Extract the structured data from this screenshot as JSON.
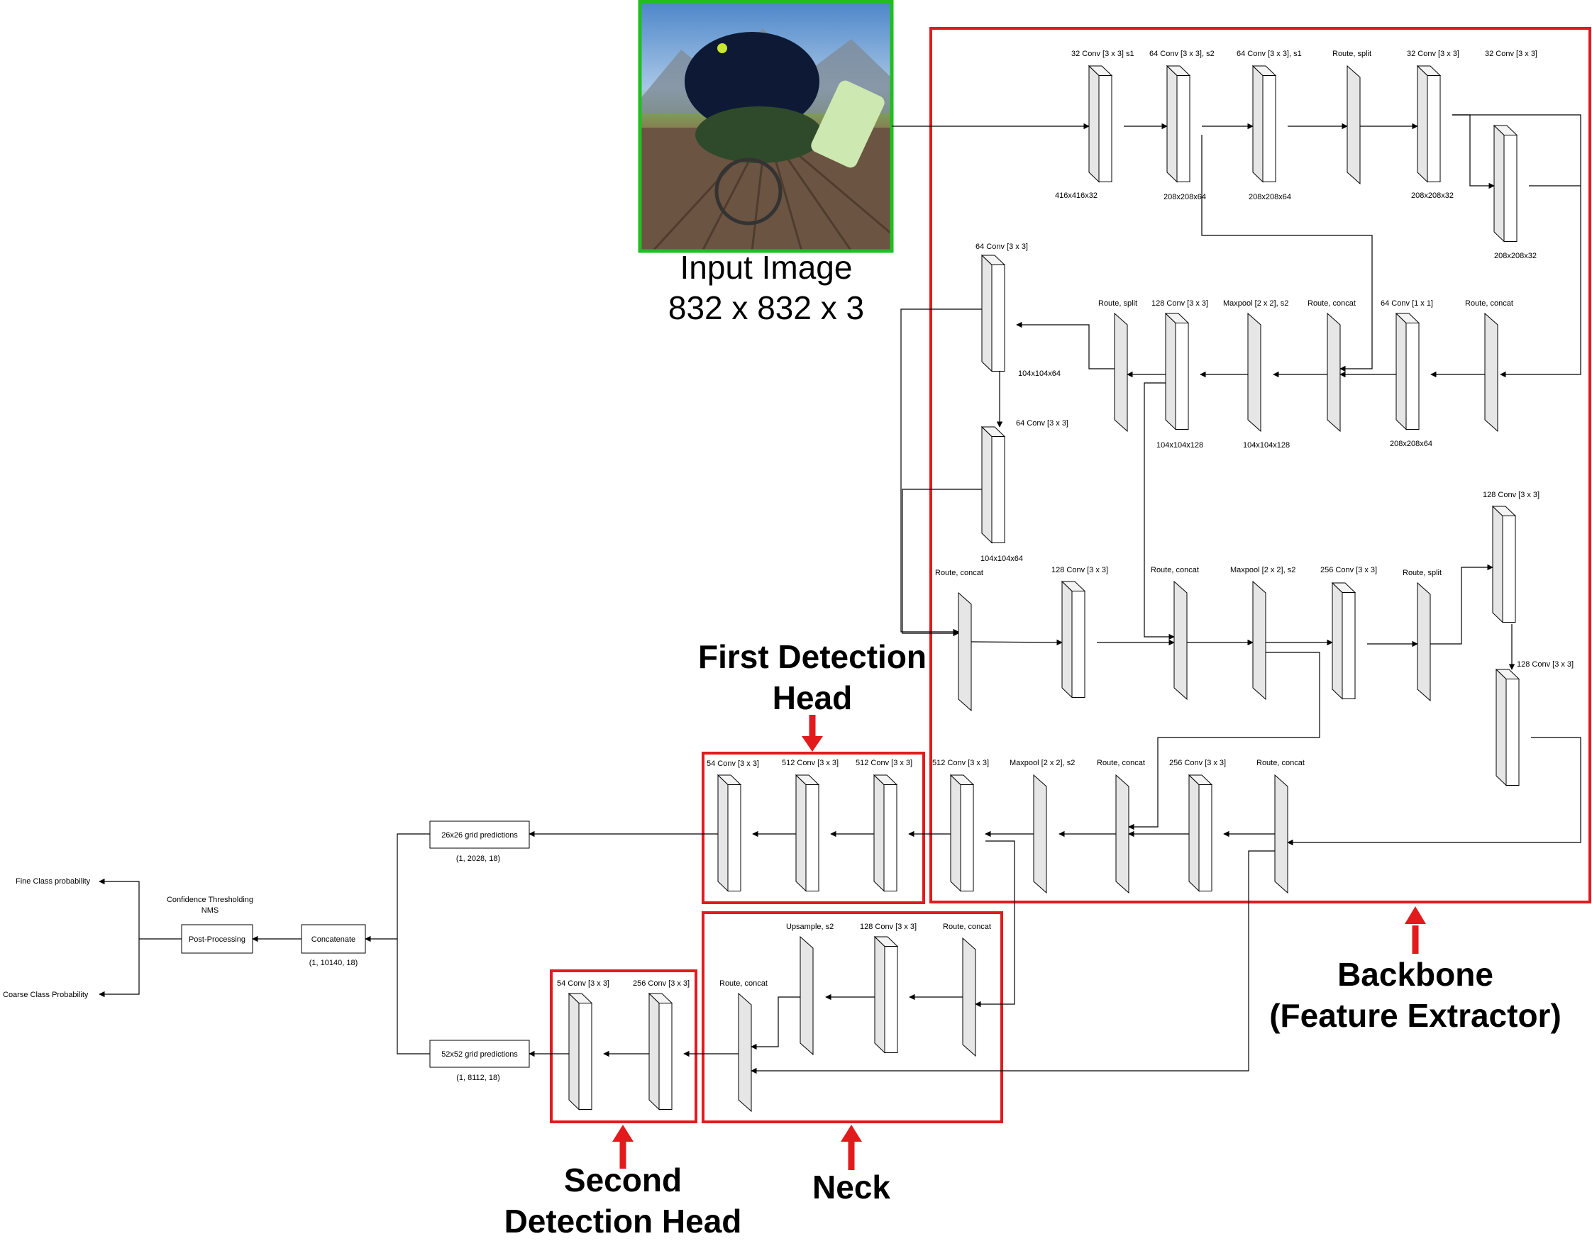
{
  "input": {
    "title_line1": "Input Image",
    "title_line2": "832 x 832 x 3",
    "image_desc": "photo-thumbnail"
  },
  "sections": {
    "first_head": [
      "First Detection",
      "Head"
    ],
    "backbone": [
      "Backbone",
      "(Feature Extractor)"
    ],
    "second_head": [
      "Second",
      "Detection Head"
    ],
    "neck": [
      "Neck"
    ]
  },
  "layers": {
    "b1": "32 Conv [3 x 3] s1",
    "b2": "64 Conv [3 x 3], s2",
    "b3": "64 Conv [3 x 3], s1",
    "b4": "Route, split",
    "b5": "32 Conv [3 x 3]",
    "b6": "32 Conv [3 x 3]",
    "r2_1": "64 Conv [3 x 3]",
    "r2_2": "Route, split",
    "r2_3": "128 Conv [3 x 3]",
    "r2_4": "Maxpool [2 x 2], s2",
    "r2_5": "Route, concat",
    "r2_6": "64 Conv [1 x 1]",
    "r2_7": "Route, concat",
    "r2_8": "64 Conv [3 x 3]",
    "r3_1": "Route, concat",
    "r3_2": "128 Conv [3 x 3]",
    "r3_3": "Route, concat",
    "r3_4": "Maxpool [2 x 2], s2",
    "r3_5": "256 Conv [3 x 3]",
    "r3_6": "Route, split",
    "r3_7": "128 Conv [3 x 3]",
    "r3_8": "128 Conv [3 x 3]",
    "r4_1": "54 Conv [3 x 3]",
    "r4_2": "512 Conv [3 x 3]",
    "r4_3": "512 Conv [3 x 3]",
    "r4_4": "512 Conv [3 x 3]",
    "r4_5": "Maxpool [2 x 2], s2",
    "r4_6": "Route, concat",
    "r4_7": "256 Conv [3 x 3]",
    "r4_8": "Route, concat",
    "n1": "Upsample, s2",
    "n2": "128 Conv [3 x 3]",
    "n3": "Route, concat",
    "n4": "Route, concat",
    "h2_1": "54 Conv [3 x 3]",
    "h2_2": "256 Conv [3 x 3]"
  },
  "dims": {
    "d1": "416x416x32",
    "d2": "208x208x64",
    "d3": "208x208x64",
    "d4": "208x208x32",
    "d5": "208x208x32",
    "d6": "104x104x64",
    "d7": "104x104x128",
    "d8": "104x104x128",
    "d9": "208x208x64",
    "d10": "104x104x64"
  },
  "outputs": {
    "grid26": "26x26 grid predictions",
    "grid26_shape": "(1, 2028, 18)",
    "grid52": "52x52 grid predictions",
    "grid52_shape": "(1, 8112, 18)",
    "concat": "Concatenate",
    "concat_shape": "(1, 10140, 18)",
    "post": "Post-Processing",
    "post_note1": "Confidence Thresholding",
    "post_note2": "NMS",
    "fine": "Fine Class probability",
    "coarse": "Coarse Class Probability"
  },
  "colors": {
    "section_box": "#e31a1c",
    "input_border": "#1fbf1f",
    "block_front": "#e6e6e6",
    "block_side": "#ffffff",
    "line": "#000000"
  }
}
